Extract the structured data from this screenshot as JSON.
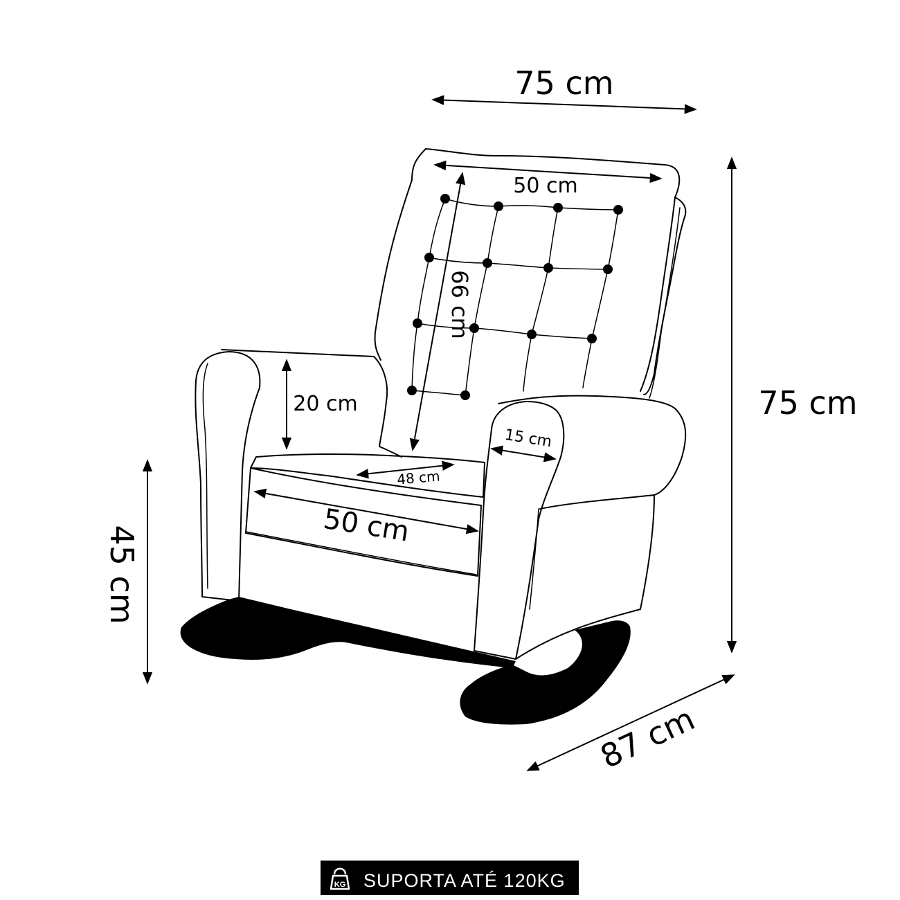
{
  "dimensions": {
    "top_width": "75 cm",
    "back_width": "50 cm",
    "back_height": "66 cm",
    "arm_height": "20 cm",
    "arm_width": "15 cm",
    "seat_depth": "48 cm",
    "seat_width": "50 cm",
    "total_height": "75 cm",
    "seat_height": "45 cm",
    "total_depth": "87 cm"
  },
  "badge": {
    "icon_text": "KG",
    "label": "SUPORTA ATÉ 120KG"
  },
  "icons": {
    "weight": "kettlebell-weight-icon"
  },
  "colors": {
    "ink": "#000000",
    "background": "#ffffff"
  }
}
